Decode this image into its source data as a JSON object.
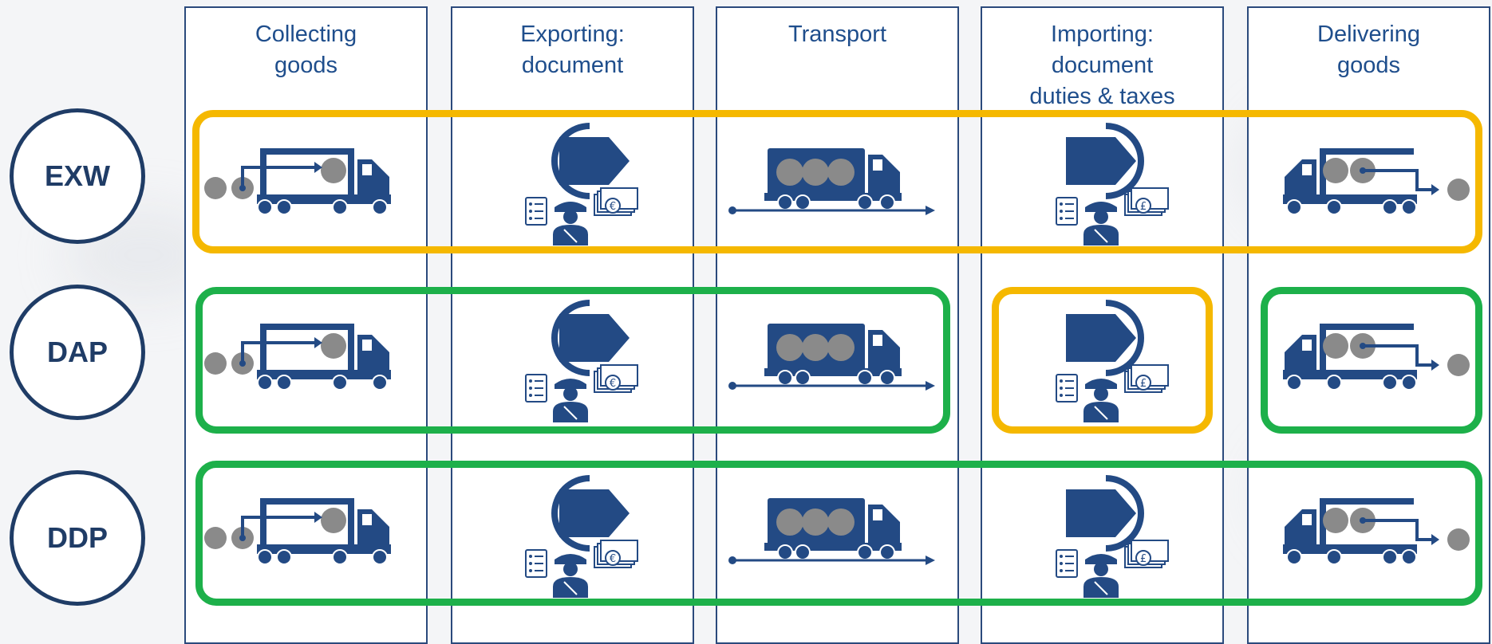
{
  "columns": [
    {
      "id": "collecting",
      "title_lines": [
        "Collecting",
        "goods"
      ]
    },
    {
      "id": "exporting",
      "title_lines": [
        "Exporting:",
        "document"
      ]
    },
    {
      "id": "transport",
      "title_lines": [
        "Transport"
      ]
    },
    {
      "id": "importing",
      "title_lines": [
        "Importing:",
        "document",
        "duties & taxes"
      ]
    },
    {
      "id": "delivering",
      "title_lines": [
        "Delivering",
        "goods"
      ]
    }
  ],
  "rows": [
    {
      "id": "exw",
      "label": "EXW"
    },
    {
      "id": "dap",
      "label": "DAP"
    },
    {
      "id": "ddp",
      "label": "DDP"
    }
  ],
  "currency_symbols": {
    "export": "€",
    "import": "£"
  },
  "colors": {
    "navy": "#1f3c66",
    "icon_blue": "#234a84",
    "header_text": "#1f4e8c",
    "goods_gray": "#8a8a8a",
    "highlight_yellow": "#f5b800",
    "highlight_green": "#1db04a"
  },
  "icons": [
    "truck-loading-icon",
    "customs-export-icon",
    "truck-transport-icon",
    "customs-import-icon",
    "truck-unloading-icon"
  ]
}
